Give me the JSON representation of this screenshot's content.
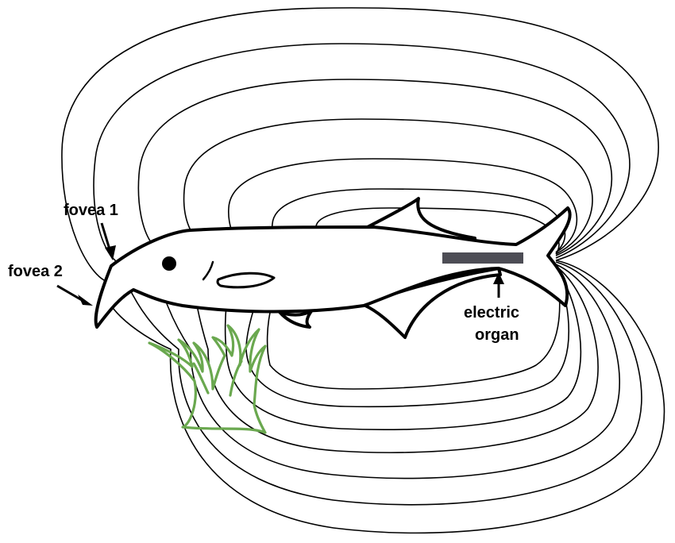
{
  "labels": {
    "fovea1": "fovea 1",
    "fovea2": "fovea 2",
    "organ_line1": "electric",
    "organ_line2": "organ"
  },
  "colors": {
    "field_lines": "#000000",
    "fish_outline": "#000000",
    "plant": "#6aa84f",
    "electric_organ": "#4d4d55"
  }
}
